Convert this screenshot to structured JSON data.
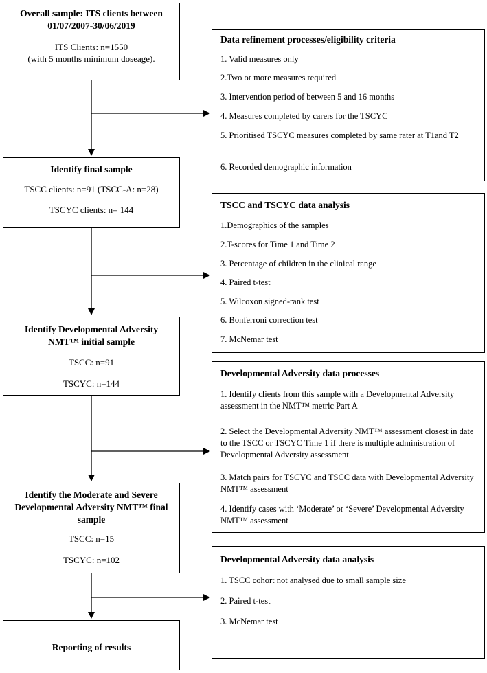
{
  "left_boxes": {
    "overall": {
      "title": "Overall sample: ITS clients between 01/07/2007-30/06/2019",
      "line1": "ITS Clients: n=1550",
      "line2": "(with 5 months minimum doseage)."
    },
    "final_sample": {
      "title": "Identify final sample",
      "line1": "TSCC clients: n=91 (TSCC-A: n=28)",
      "line2": "TSCYC clients: n= 144"
    },
    "dev_initial": {
      "title": "Identify Developmental Adversity NMT™ initial sample",
      "line1": "TSCC: n=91",
      "line2": "TSCYC: n=144"
    },
    "dev_final": {
      "title": "Identify the Moderate and Severe Developmental Adversity NMT™ final sample",
      "line1": "TSCC: n=15",
      "line2": "TSCYC: n=102"
    },
    "reporting": {
      "title": "Reporting of results"
    }
  },
  "right_boxes": {
    "refinement": {
      "title": "Data refinement processes/eligibility criteria",
      "items": [
        "1. Valid measures only",
        "2.Two or more measures required",
        "3. Intervention period of between 5 and 16 months",
        "4. Measures completed by carers for the TSCYC",
        "5. Prioritised TSCYC measures completed by same rater at T1and T2",
        "6. Recorded demographic information"
      ]
    },
    "analysis": {
      "title": "TSCC and TSCYC data analysis",
      "items": [
        "1.Demographics of the samples",
        "2.T-scores for Time 1 and Time 2",
        "3. Percentage of children in the clinical range",
        "4. Paired t-test",
        "5. Wilcoxon signed-rank test",
        "6. Bonferroni correction test",
        "7. McNemar test"
      ]
    },
    "dev_processes": {
      "title": "Developmental Adversity data processes",
      "items": [
        "1. Identify clients from this sample with a Developmental Adversity assessment in the NMT™ metric Part A",
        "2. Select the Developmental Adversity NMT™ assessment closest in date to the TSCC or TSCYC Time 1 if there is multiple administration of Developmental Adversity assessment",
        "3. Match pairs for TSCYC and TSCC data with Developmental Adversity NMT™ assessment",
        "4. Identify cases with ‘Moderate’ or ‘Severe’ Developmental Adversity NMT™  assessment"
      ]
    },
    "dev_analysis": {
      "title": "Developmental Adversity data analysis",
      "items": [
        "1. TSCC cohort not analysed due to small sample size",
        "2. Paired t-test",
        "3. McNemar test"
      ]
    }
  }
}
